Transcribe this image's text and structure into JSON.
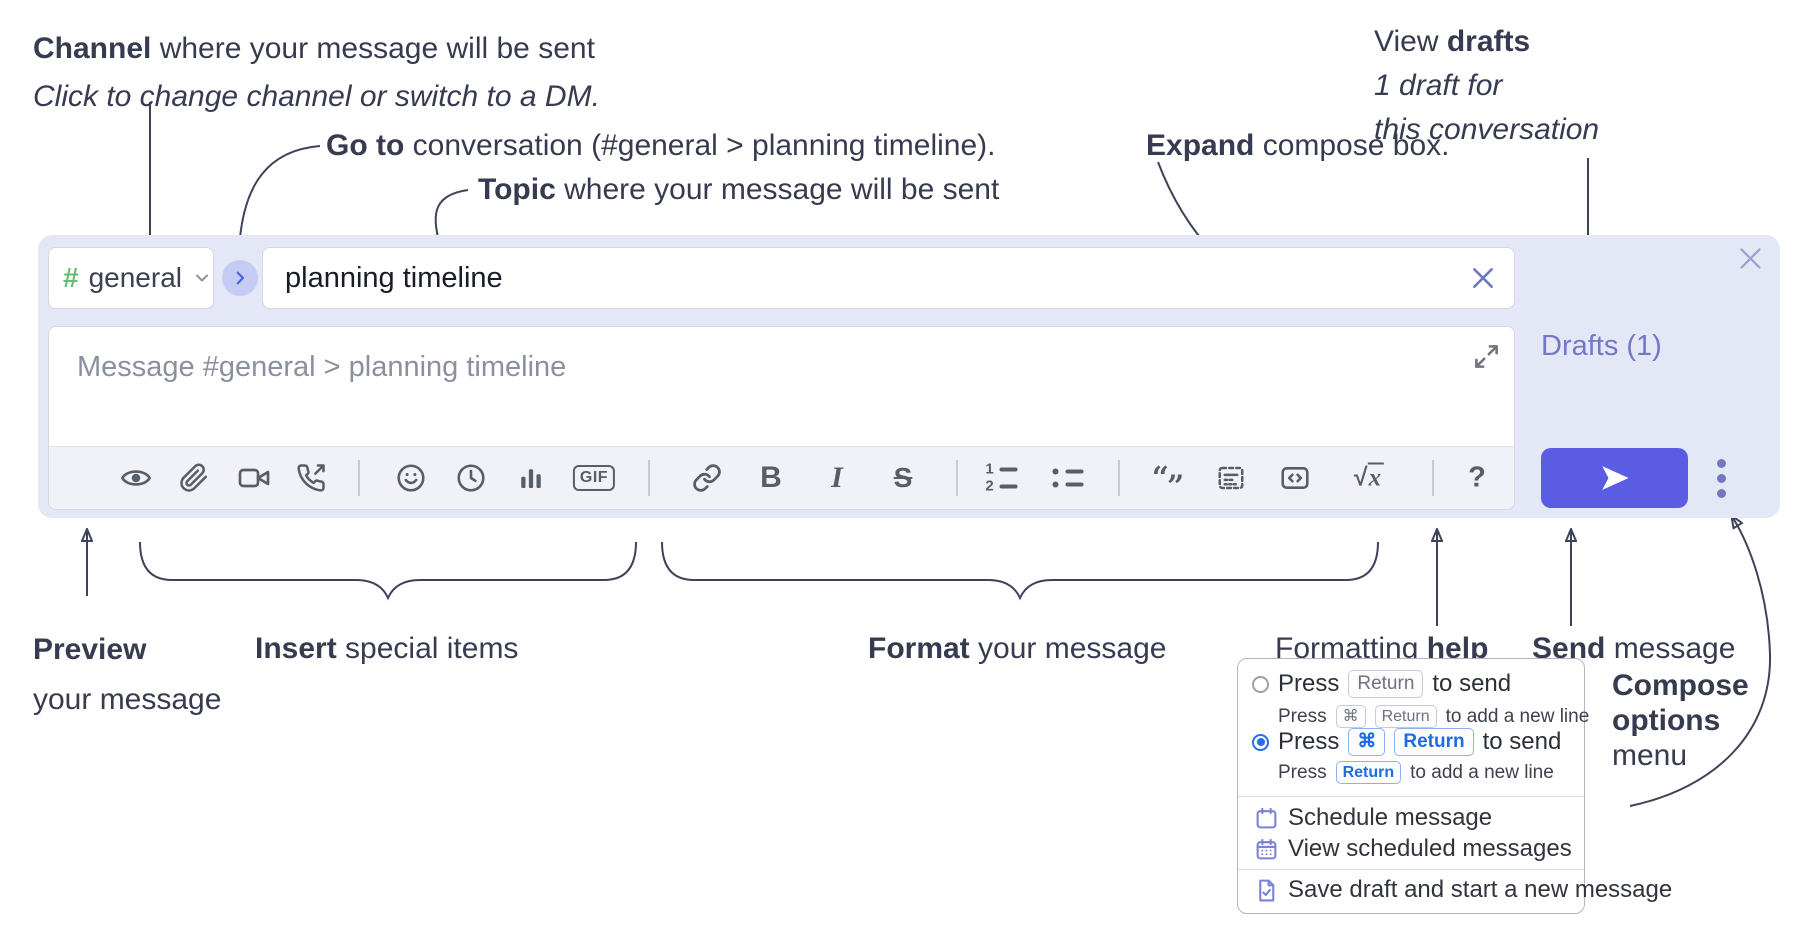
{
  "annotations": {
    "channel": {
      "bold": "Channel",
      "rest": " where your message will be sent",
      "line2": "Click to change channel or switch to a DM."
    },
    "goto": {
      "bold": "Go to",
      "rest": " conversation (#general > planning timeline)."
    },
    "topic": {
      "bold": "Topic",
      "rest": " where your message will be sent"
    },
    "expand": {
      "bold": "Expand",
      "rest": " compose box."
    },
    "drafts": {
      "line1_pre": "View ",
      "line1_bold": "drafts",
      "line2": "1 draft for",
      "line3": "this conversation"
    },
    "preview": {
      "bold": "Preview",
      "line2": "your message"
    },
    "insert": {
      "bold": "Insert",
      "rest": " special items"
    },
    "format": {
      "bold": "Format",
      "rest": " your message"
    },
    "formatting_help": {
      "pre": "Formatting ",
      "bold": "help"
    },
    "send": {
      "bold": "Send",
      "rest": " message"
    },
    "compose_options": {
      "line1": "Compose",
      "line2": "options",
      "line3": "menu"
    }
  },
  "compose": {
    "channel_selector": {
      "hash": "#",
      "label": "general"
    },
    "topic_input": {
      "value": "planning timeline"
    },
    "message_input": {
      "placeholder": "Message #general > planning timeline"
    },
    "drafts_link": "Drafts (1)",
    "toolbar": {
      "icons": [
        "preview-eye",
        "attach-paperclip",
        "video-call-camera",
        "voice-call-phone",
        "emoji-smiley",
        "time-clock",
        "poll-bar-chart",
        "gif",
        "link-chain",
        "bold",
        "italic",
        "strikethrough",
        "numbered-list",
        "bulleted-list",
        "quote",
        "spoiler",
        "code",
        "math",
        "help"
      ],
      "gif_label": "GIF",
      "bold_label": "B",
      "italic_label": "I",
      "strike_label": "S",
      "ol_1": "1",
      "ol_2": "2",
      "quote_open": "“",
      "quote_close": "”",
      "sqrt_sign": "√",
      "sqrt_var": "x",
      "help_label": "?"
    }
  },
  "menu": {
    "option_return": {
      "press": "Press",
      "key": "Return",
      "tail": "to send",
      "sub_press": "Press",
      "sub_key1": "⌘",
      "sub_key2": "Return",
      "sub_tail": "to add a new line"
    },
    "option_cmd_return": {
      "press": "Press",
      "key1": "⌘",
      "key2": "Return",
      "tail": "to send",
      "sub_press": "Press",
      "sub_key": "Return",
      "sub_tail": "to add a new line"
    },
    "schedule_label": "Schedule message",
    "view_scheduled_label": "View scheduled messages",
    "save_draft_label": "Save draft and start a new message"
  },
  "colors": {
    "page_bg": "#ffffff",
    "annotation_text": "#363b50",
    "connector": "#3e435a",
    "compose_bg": "#e4e7f5",
    "box_border": "#d5d8e2",
    "hash_green": "#63bd6e",
    "goto_circle_bg": "#c4ccf4",
    "goto_arrow": "#4a63e4",
    "placeholder_gray": "#8a909d",
    "icon_gray": "#575e68",
    "toolbar_bg": "#f1f2f7",
    "drafts_link": "#7277c8",
    "send_button": "#5b5ce4",
    "ellipsis": "#7278c0",
    "close_x": "#9aa0d2",
    "clear_x": "#6f79bb",
    "menu_border": "#b3b6bf",
    "menu_icon": "#7b80d8",
    "radio_blue": "#2a6ce6",
    "kbd_blue_text": "#1f6ce0",
    "kbd_blue_border": "#8ab2f2",
    "kbd_gray_text": "#6c727e",
    "kbd_gray_border": "#c8cbd3"
  }
}
